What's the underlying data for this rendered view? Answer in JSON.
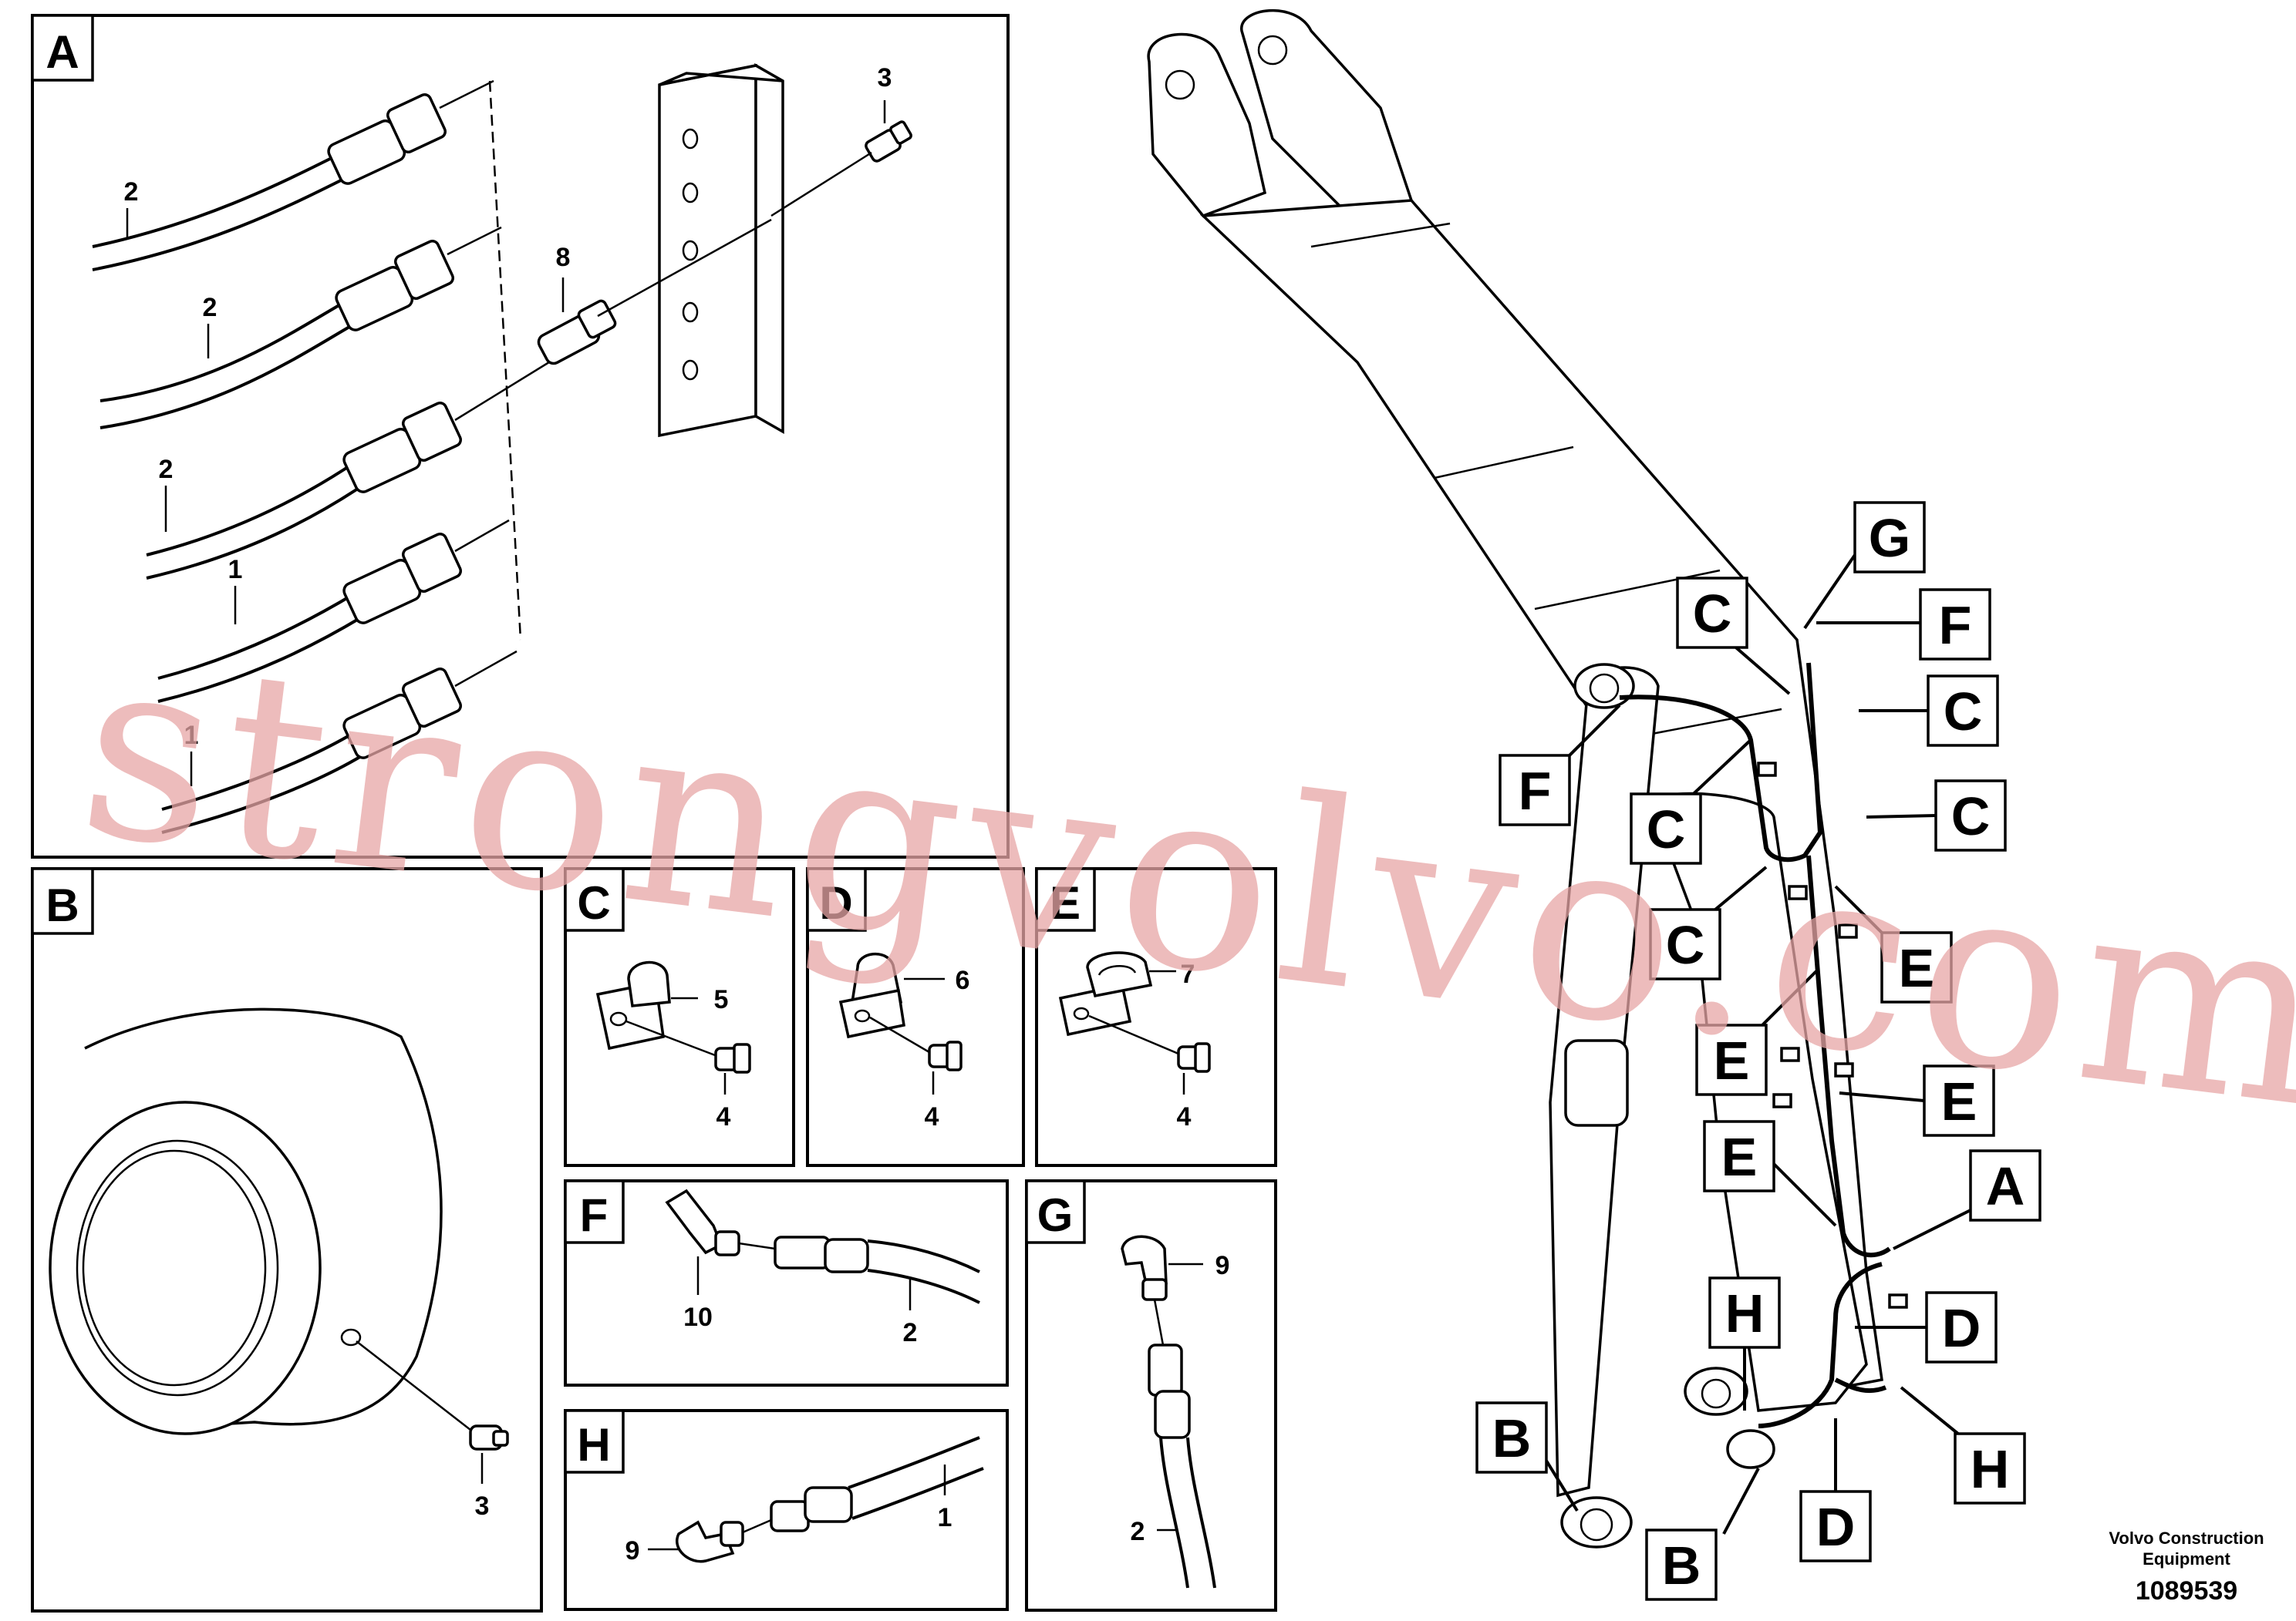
{
  "panels": {
    "A": {
      "label": "A",
      "callouts": [
        "2",
        "2",
        "2",
        "1",
        "1",
        "3",
        "8"
      ]
    },
    "B": {
      "label": "B",
      "callouts": [
        "3"
      ]
    },
    "C": {
      "label": "C",
      "callouts": [
        "5",
        "4"
      ]
    },
    "D": {
      "label": "D",
      "callouts": [
        "6",
        "4"
      ]
    },
    "E": {
      "label": "E",
      "callouts": [
        "7",
        "4"
      ]
    },
    "F": {
      "label": "F",
      "callouts": [
        "10",
        "2"
      ]
    },
    "G": {
      "label": "G",
      "callouts": [
        "9",
        "2"
      ]
    },
    "H": {
      "label": "H",
      "callouts": [
        "9",
        "1"
      ]
    }
  },
  "boom_labels": [
    "G",
    "C",
    "F",
    "C",
    "F",
    "C",
    "C",
    "C",
    "E",
    "E",
    "E",
    "E",
    "A",
    "H",
    "D",
    "B",
    "D",
    "H",
    "B"
  ],
  "watermark": "strongvolvo.com",
  "footer": {
    "company_line1": "Volvo Construction",
    "company_line2": "Equipment",
    "number": "1089539"
  }
}
